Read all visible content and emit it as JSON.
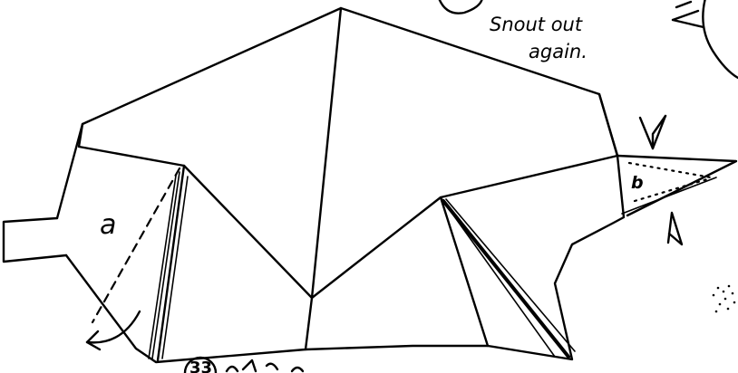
{
  "instruction": {
    "line1": "Snout out",
    "line2": "again."
  },
  "labels": {
    "fold_a": "a",
    "fold_b": "b"
  },
  "step": {
    "number": "33"
  },
  "colors": {
    "ink": "#000000",
    "paper": "#ffffff"
  }
}
